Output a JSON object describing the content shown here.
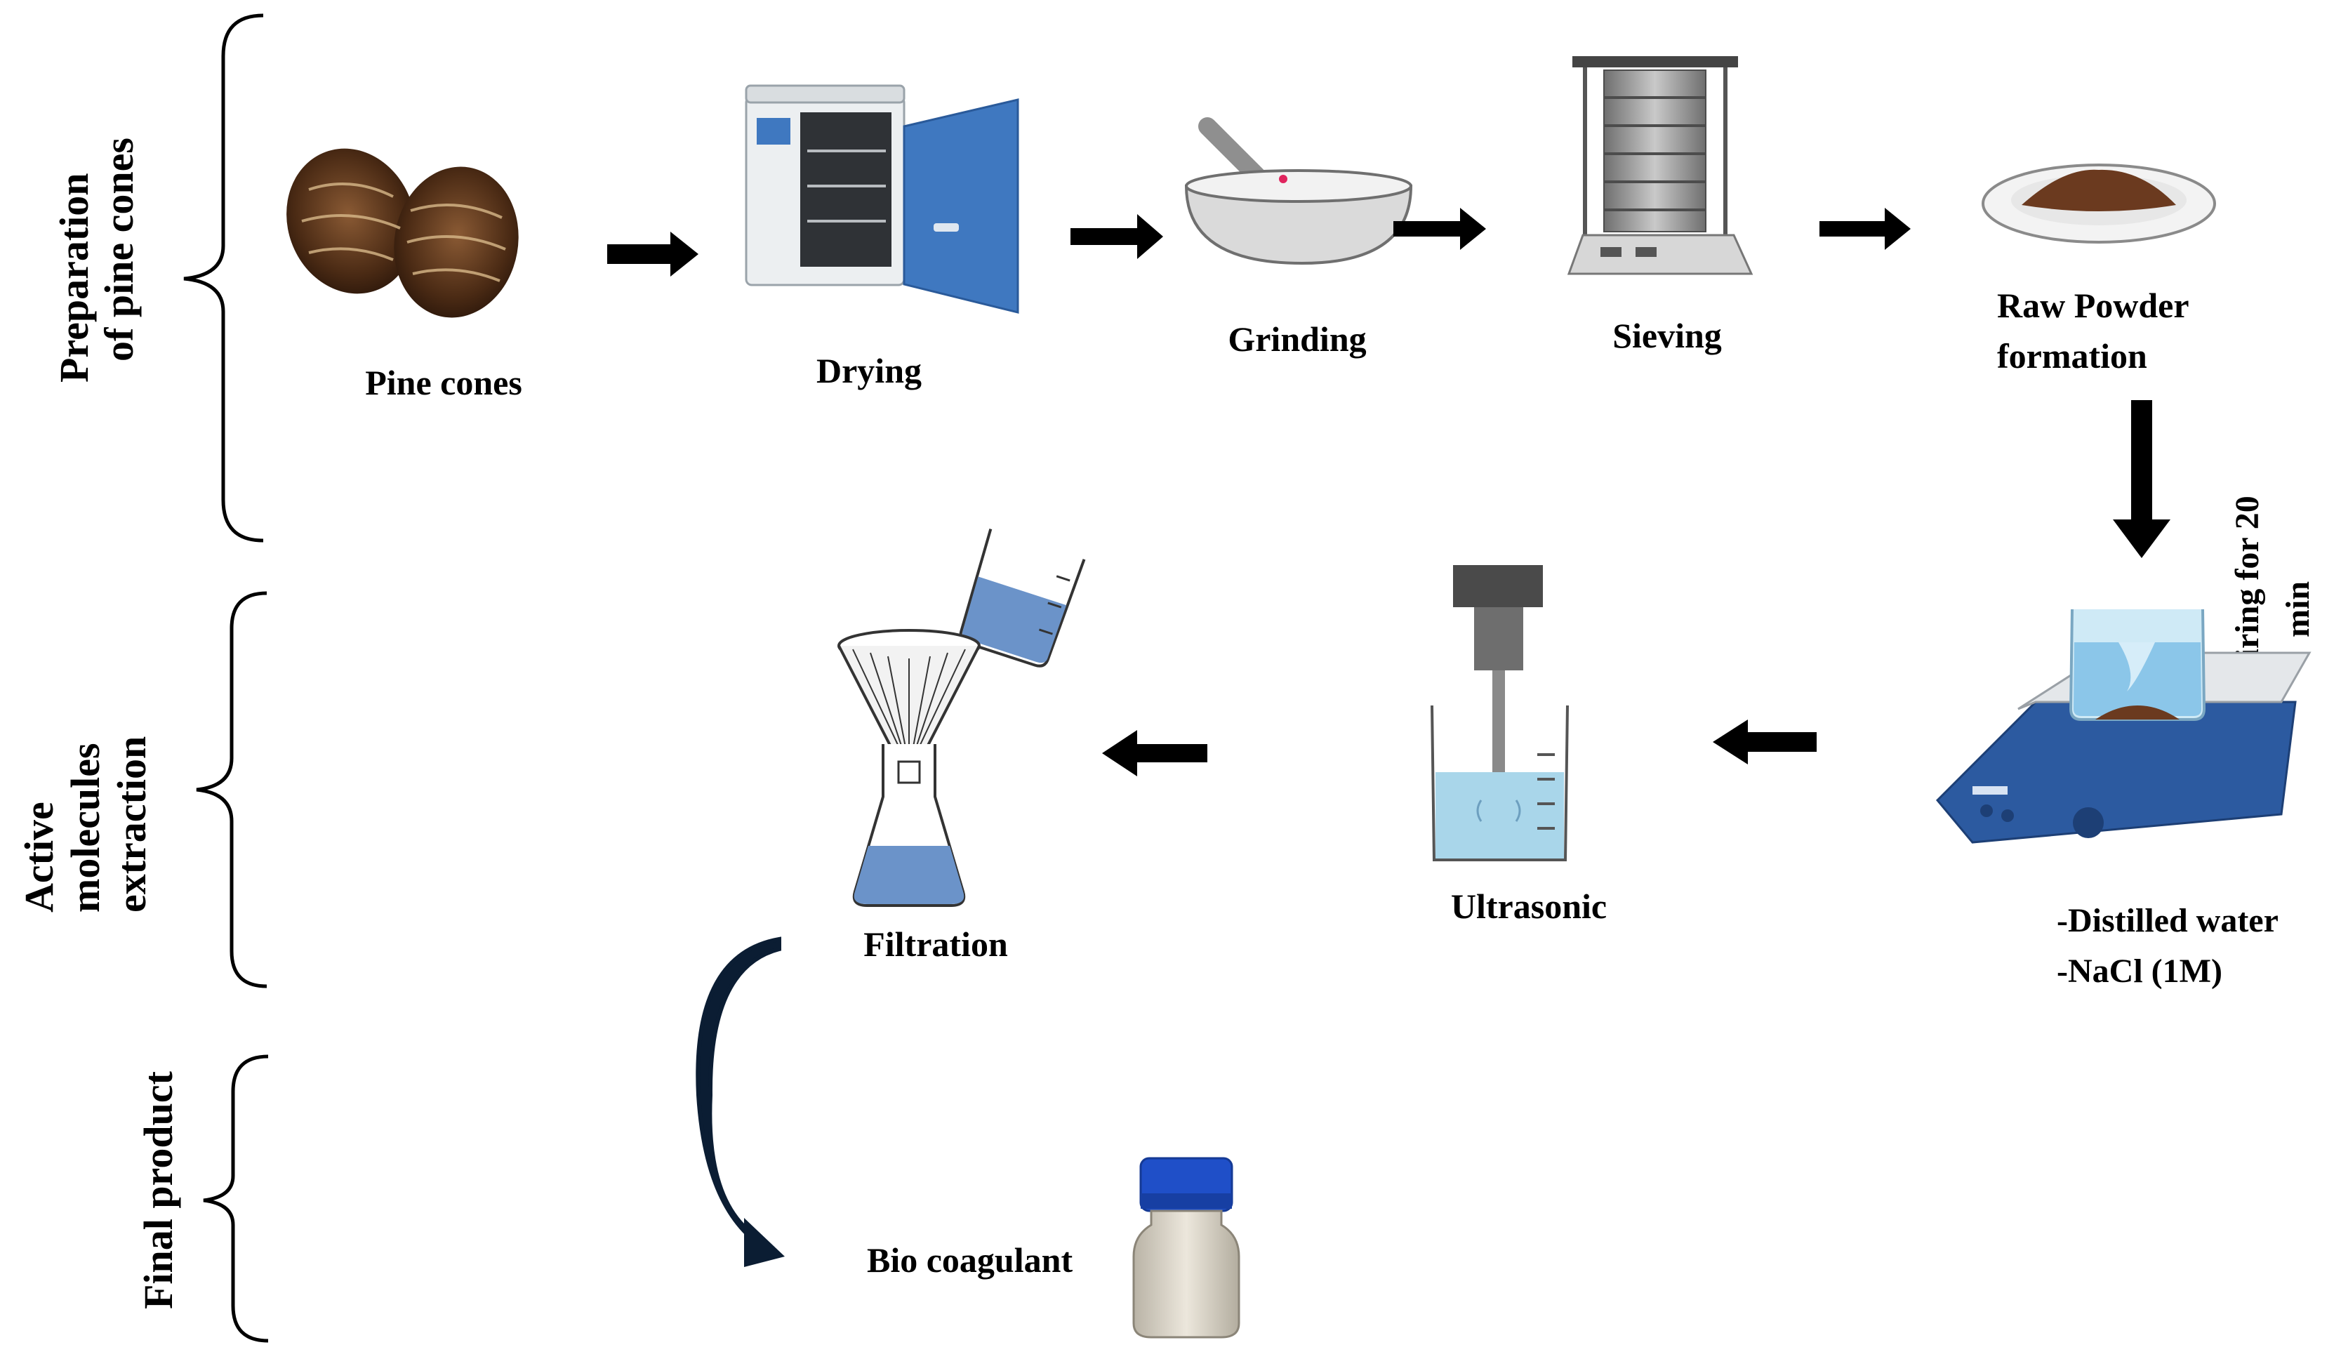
{
  "stages": {
    "preparation": [
      "Preparation",
      "of pine cones"
    ],
    "extraction": [
      "Active",
      "molecules",
      "extraction"
    ],
    "final": [
      "Final product"
    ]
  },
  "steps": {
    "pine_cones": "Pine cones",
    "drying": "Drying",
    "grinding": "Grinding",
    "sieving": "Sieving",
    "raw_powder": [
      "Raw Powder",
      "formation"
    ],
    "stirring": [
      "Stiring for 20",
      "min"
    ],
    "reagents": [
      "-Distilled water",
      "-NaCl (1M)"
    ],
    "ultrasonic": "Ultrasonic",
    "filtration": "Filtration",
    "bio_coagulant": "Bio coagulant"
  },
  "icons": {
    "pine_cones": "pine-cones-icon",
    "oven": "drying-oven-icon",
    "mortar": "mortar-pestle-icon",
    "sieve": "sieve-shaker-icon",
    "powder": "powder-dish-icon",
    "stirrer": "magnetic-stirrer-icon",
    "sonicator": "ultrasonic-probe-icon",
    "filtration": "filtration-setup-icon",
    "bottle": "bio-coagulant-bottle-icon"
  },
  "colors": {
    "liquid": "#6b93c9",
    "liquid_light": "#a9d6ea",
    "powder": "#6b3a1f",
    "oven_blue": "#3f78c0",
    "cap_blue": "#1f4fc8",
    "stirrer_blue": "#2c5aa0"
  }
}
